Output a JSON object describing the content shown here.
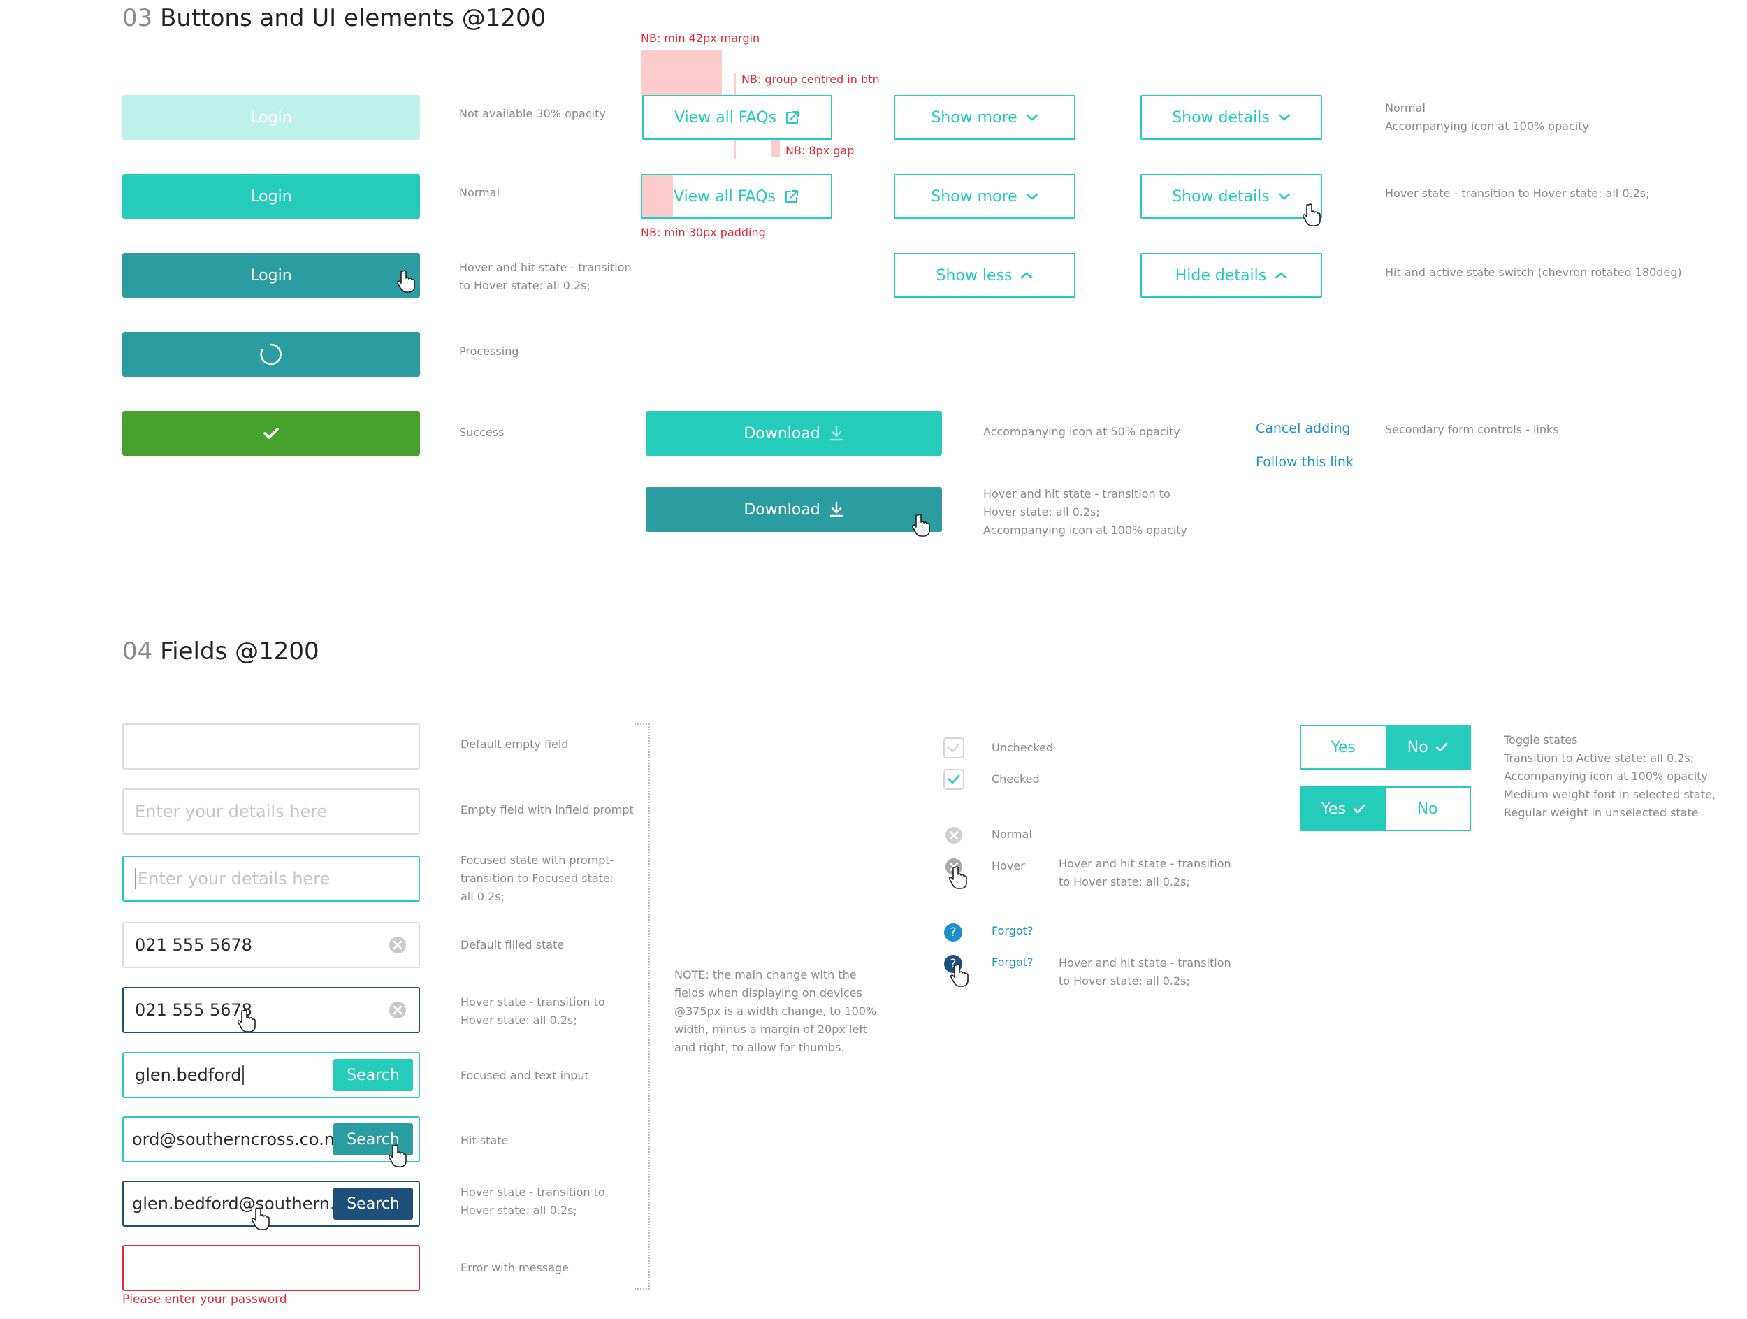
{
  "section_buttons": {
    "num": "03",
    "title": "Buttons and UI elements @1200"
  },
  "section_fields": {
    "num": "04",
    "title": "Fields @1200"
  },
  "login": {
    "label": "Login",
    "notes": {
      "unavailable": "Not available 30% opacity",
      "normal": "Normal",
      "hover": "Hover and hit state - transition to Hover state:  all 0.2s;",
      "processing": "Processing",
      "success": "Success"
    }
  },
  "annotations": {
    "margin": "NB: min 42px margin",
    "group_centred": "NB: group centred in btn",
    "gap": "NB: 8px gap",
    "padding": "NB: min 30px padding"
  },
  "outline_buttons": {
    "faqs": "View all FAQs",
    "show_more": "Show more",
    "show_details": "Show details",
    "show_less": "Show less",
    "hide_details": "Hide details"
  },
  "outline_notes": {
    "normal": "Normal",
    "normal_icon": "Accompanying icon at 100% opacity",
    "hover": "Hover state - transition to Hover state:  all 0.2s;",
    "active": "Hit and active state switch (chevron rotated 180deg)"
  },
  "download": {
    "label": "Download",
    "note_normal": "Accompanying icon at 50% opacity",
    "note_hover_1": "Hover and hit state - transition to",
    "note_hover_2": "Hover state:  all 0.2s;",
    "note_hover_3": "Accompanying icon at 100% opacity"
  },
  "links": {
    "cancel": "Cancel adding",
    "follow": "Follow this link",
    "note": "Secondary form controls - links"
  },
  "fields": {
    "placeholder": "Enter your details here",
    "phone": "021 555 5678",
    "user": "glen.bedford",
    "email_scrolled": "ord@southerncross.co.nz",
    "email_truncated": "glen.bedford@southern...",
    "search_label": "Search",
    "error_message": "Please enter your password",
    "notes": {
      "default_empty": "Default empty field",
      "infield": "Empty field with infield prompt",
      "focused_1": "Focused state with prompt-",
      "focused_2": "transition to Focused state:",
      "focused_3": "all 0.2s;",
      "filled": "Default filled state",
      "hover_1": "Hover state - transition to",
      "hover_2": "Hover state:  all 0.2s;",
      "focused_text": "Focused and text input",
      "hit": "Hit state",
      "hover2_1": "Hover state - transition to",
      "hover2_2": "Hover state:  all 0.2s;",
      "error": "Error with message"
    },
    "mobile_note": [
      "NOTE: the main change with the",
      "fields when displaying on devices",
      "@375px is a width change, to 100%",
      "width, minus a margin of 20px left",
      "and right, to allow for thumbs."
    ]
  },
  "controls": {
    "unchecked": "Unchecked",
    "checked": "Checked",
    "normal": "Normal",
    "hover": "Hover",
    "hover_note_1": "Hover and hit state - transition",
    "hover_note_2": "to Hover state:  all 0.2s;",
    "forgot": "Forgot?",
    "forgot_note_1": "Hover and hit state - transition",
    "forgot_note_2": "to Hover state:  all 0.2s;"
  },
  "toggle": {
    "yes": "Yes",
    "no": "No",
    "notes": [
      "Toggle states",
      "Transition to Active state:  all 0.2s;",
      "Accompanying icon at 100% opacity",
      "Medium weight font in selected state,",
      "Regular weight in unselected state"
    ]
  },
  "colors": {
    "teal": "#26ccbb",
    "dark_teal": "#2b9c9f",
    "green": "#46a22c",
    "navy": "#1e4f7a",
    "error": "#e5283b",
    "link": "#1c93c9"
  }
}
